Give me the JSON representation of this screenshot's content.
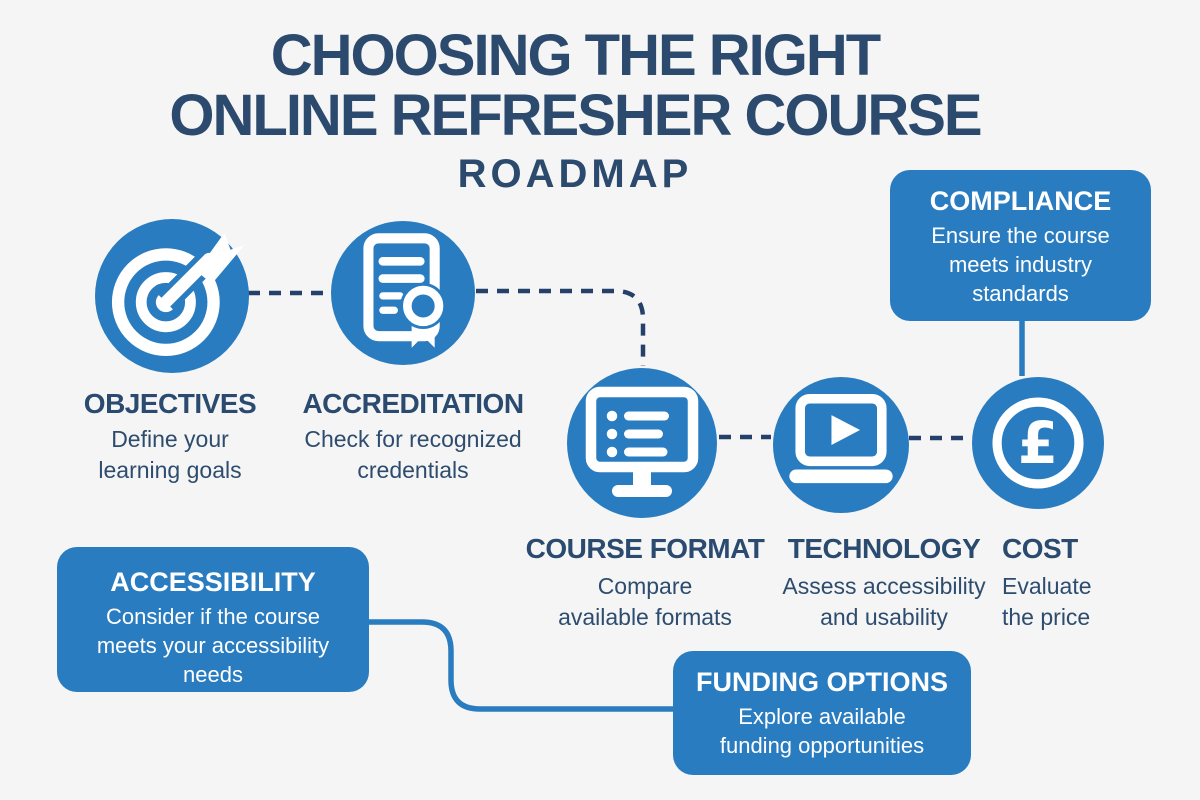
{
  "title": {
    "line1": "CHOOSING THE RIGHT",
    "line2": "ONLINE REFRESHER COURSE",
    "line3": "ROADMAP"
  },
  "colors": {
    "background": "#f4f5f4",
    "accent_blue": "#2a7cc0",
    "navy_text": "#2b4a70",
    "white": "#ffffff"
  },
  "steps": [
    {
      "id": "objectives",
      "label": "OBJECTIVES",
      "description": "Define your\nlearning goals",
      "icon": "target-icon"
    },
    {
      "id": "accreditation",
      "label": "ACCREDITATION",
      "description": "Check for recognized\ncredentials",
      "icon": "certificate-icon"
    },
    {
      "id": "course-format",
      "label": "COURSE FORMAT",
      "description": "Compare\navailable formats",
      "icon": "monitor-list-icon"
    },
    {
      "id": "technology",
      "label": "TECHNOLOGY",
      "description": "Assess accessibility\nand usability",
      "icon": "laptop-play-icon"
    },
    {
      "id": "cost",
      "label": "COST",
      "description": "Evaluate\nthe price",
      "icon": "pound-coin-icon",
      "currency_symbol": "£"
    }
  ],
  "callouts": [
    {
      "id": "compliance",
      "title": "COMPLIANCE",
      "description": "Ensure the course\nmeets industry\nstandards"
    },
    {
      "id": "accessibility",
      "title": "ACCESSIBILITY",
      "description": "Consider if the course\nmeets your accessibility\nneeds"
    },
    {
      "id": "funding",
      "title": "FUNDING OPTIONS",
      "description": "Explore available\nfunding opportunities"
    }
  ]
}
